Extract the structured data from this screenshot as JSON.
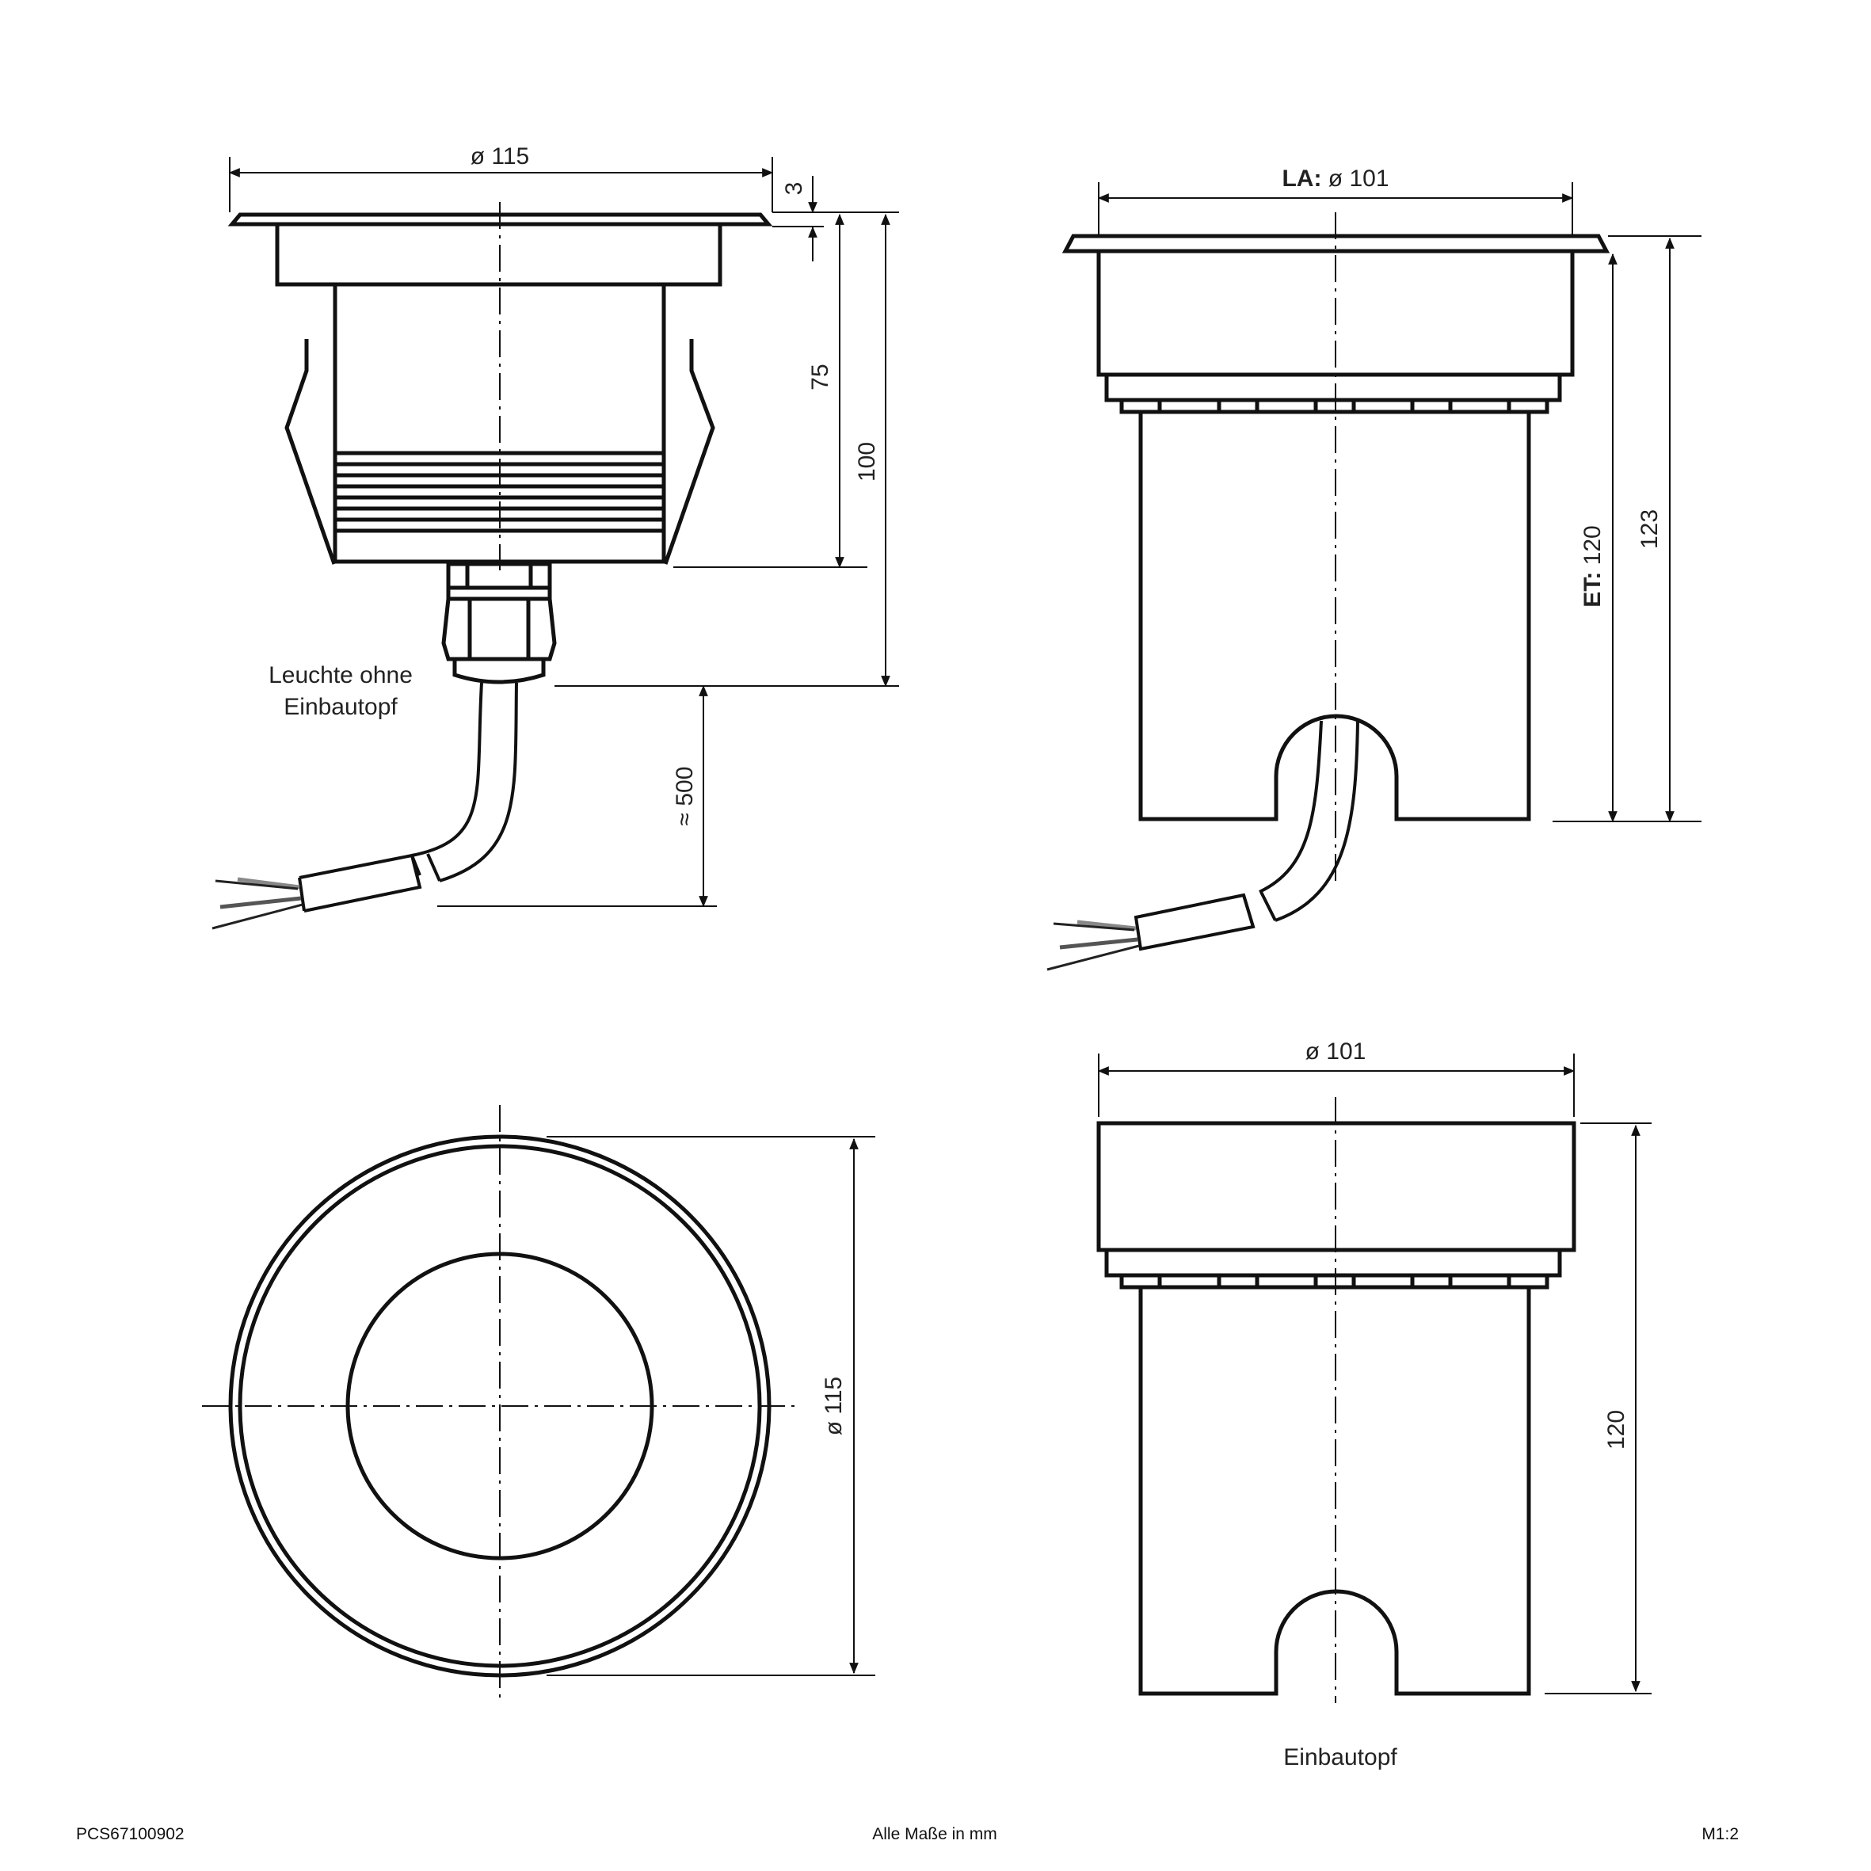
{
  "views": {
    "luminaire_side": {
      "dim_diameter": "ø 115",
      "dim_flange": "3",
      "dim_height_body": "75",
      "dim_height_total": "100",
      "dim_cable": "≈ 500",
      "caption_line1": "Leuchte ohne",
      "caption_line2": "Einbautopf"
    },
    "assembly_side": {
      "dim_la_prefix": "LA:",
      "dim_la_value": "ø 101",
      "dim_et_prefix": "ET:",
      "dim_et_value": "120",
      "dim_total": "123"
    },
    "top_view": {
      "dim_diameter": "ø 115"
    },
    "housing_side": {
      "dim_diameter": "ø 101",
      "dim_height": "120",
      "caption": "Einbautopf"
    }
  },
  "footer": {
    "code": "PCS67100902",
    "units_note": "Alle Maße in mm",
    "scale": "M1:2"
  }
}
